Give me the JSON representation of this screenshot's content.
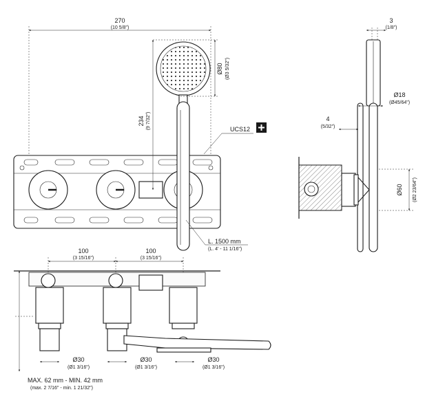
{
  "top_view": {
    "width_dim": "270",
    "width_dim_inch": "(10 5/8\")",
    "height_dim": "234",
    "height_dim_inch": "(9 7/32\")",
    "head_dim": "Ø80",
    "head_dim_inch": "(Ø3 5/32\")",
    "ucs_label": "UCS12",
    "hose_label": "L. 1500 mm",
    "hose_label_inch": "(L. 4' - 11 1/16\")"
  },
  "side_view": {
    "top_dim": "3",
    "top_dim_inch": "(1/8\")",
    "rail_dim": "Ø18",
    "rail_dim_inch": "(Ø45/64\")",
    "offset_dim": "4",
    "offset_dim_inch": "(5/32\")",
    "flange_dim": "Ø60",
    "flange_dim_inch": "(Ø2 23/64\")"
  },
  "bottom_view": {
    "spacing1": "100",
    "spacing1_inch": "(3 15/16\")",
    "spacing2": "100",
    "spacing2_inch": "(3 15/16\")",
    "knob1": "Ø30",
    "knob1_inch": "(Ø1 3/16\")",
    "knob2": "Ø30",
    "knob2_inch": "(Ø1 3/16\")",
    "knob3": "Ø30",
    "knob3_inch": "(Ø1 3/16\")",
    "depth_label": "MAX. 62 mm - MIN. 42 mm",
    "depth_label_inch": "(max. 2 7/16\" - min. 1 21/32\")"
  }
}
